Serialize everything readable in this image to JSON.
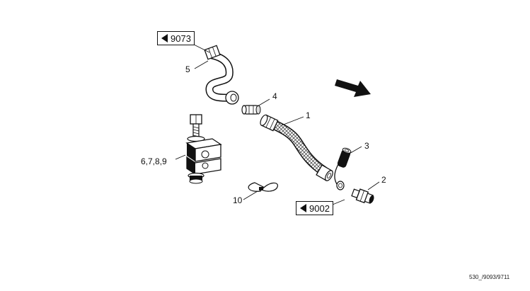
{
  "callouts": {
    "c1": "1",
    "c2": "2",
    "c3": "3",
    "c4": "4",
    "c5": "5",
    "c6": "6,7,8,9",
    "c10": "10"
  },
  "refs": {
    "ref_top": "9073",
    "ref_bottom": "9002"
  },
  "figure_code": "530_/9093/9711",
  "icons": {
    "direction": "arrow-icon",
    "ref_marker": "left-triangle-icon"
  }
}
